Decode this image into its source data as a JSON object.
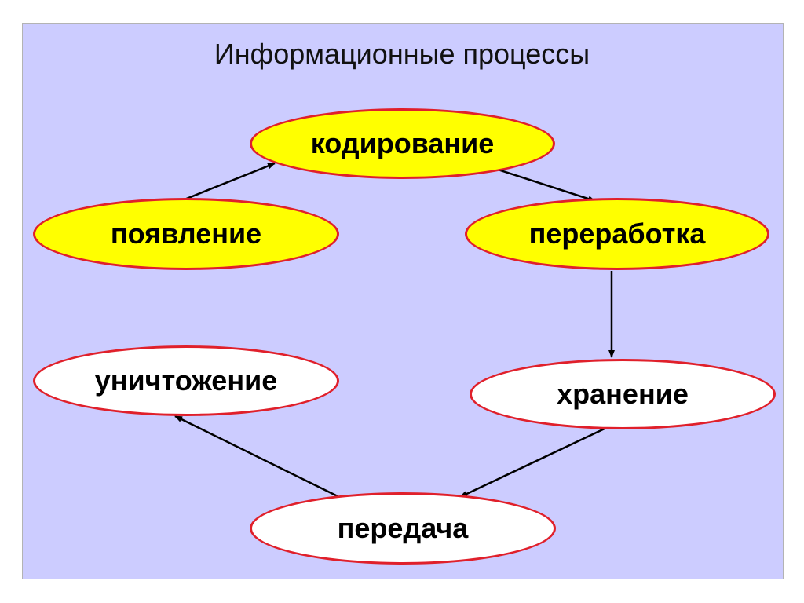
{
  "title": "Информационные процессы",
  "colors": {
    "background": "#ccccff",
    "node_border": "#e0202b",
    "highlight_fill": "#ffff00",
    "plain_fill": "#ffffff",
    "arrow": "#000000"
  },
  "nodes": {
    "coding": {
      "label": "кодирование",
      "highlighted": true
    },
    "appearance": {
      "label": "появление",
      "highlighted": true
    },
    "processing": {
      "label": "переработка",
      "highlighted": true
    },
    "destruction": {
      "label": "уничтожение",
      "highlighted": false
    },
    "storage": {
      "label": "хранение",
      "highlighted": false
    },
    "transfer": {
      "label": "передача",
      "highlighted": false
    }
  },
  "edges": [
    {
      "from": "appearance",
      "to": "coding"
    },
    {
      "from": "coding",
      "to": "processing"
    },
    {
      "from": "processing",
      "to": "storage"
    },
    {
      "from": "storage",
      "to": "transfer"
    },
    {
      "from": "transfer",
      "to": "destruction"
    }
  ]
}
